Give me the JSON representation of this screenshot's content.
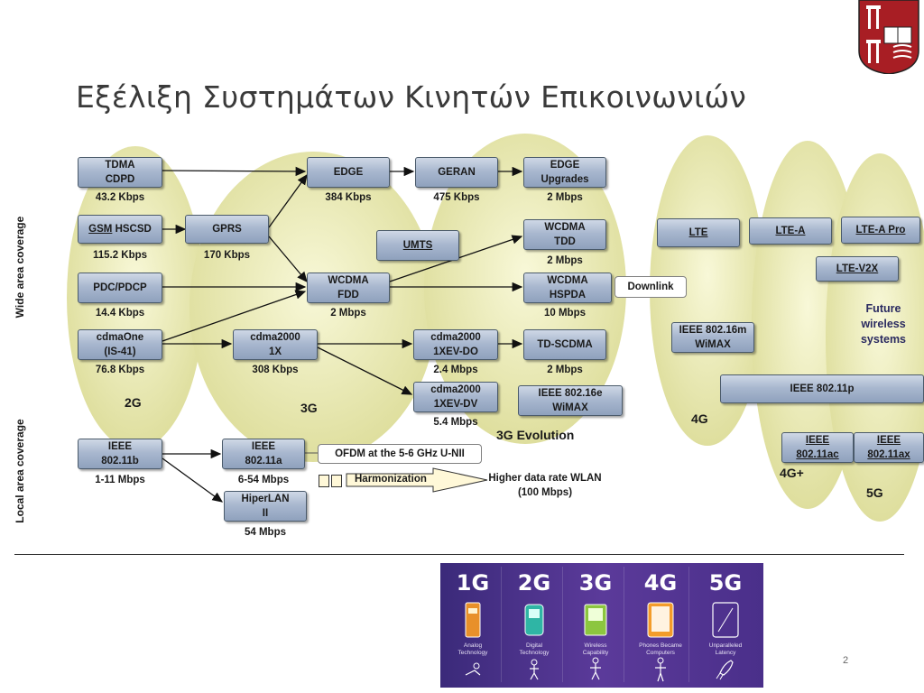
{
  "title": "Εξέλιξη Συστημάτων Κινητών Επικοινωνιών",
  "axis_labels": {
    "wide": "Wide area coverage",
    "local": "Local area coverage"
  },
  "generations": {
    "g2": "2G",
    "g3": "3G",
    "g3evo": "3G Evolution",
    "g4": "4G",
    "g4plus": "4G+",
    "g5": "5G"
  },
  "future": "Future\nwireless\nsystems",
  "boxes": {
    "tdma": "TDMA\nCDPD",
    "gsm": "GSM",
    "gsm_rest": " HSCSD",
    "gprs": "GPRS",
    "pdc": "PDC/PDCP",
    "cdmaone": "cdmaOne\n(IS-41)",
    "edge": "EDGE",
    "geran": "GERAN",
    "edge_up": "EDGE\nUpgrades",
    "umts": "UMTS",
    "wcdma_tdd": "WCDMA\nTDD",
    "wcdma_fdd": "WCDMA\nFDD",
    "wcdma_hspda": "WCDMA\nHSPDA",
    "cdma2000": "cdma2000\n1X",
    "evdo": "cdma2000\n1XEV-DO",
    "evdv": "cdma2000\n1XEV-DV",
    "tdscdma": "TD-SCDMA",
    "wimax16e": "IEEE 802.16e\nWiMAX",
    "lte": "LTE",
    "ltea": "LTE-A",
    "lteapro": "LTE-A Pro",
    "ltev2x": "LTE-V2X",
    "wimax16m": "IEEE 802.16m\nWiMAX",
    "ieee11p": "IEEE 802.11p",
    "ieee11b": "IEEE\n802.11b",
    "ieee11a": "IEEE\n802.11a",
    "hiperlan": "HiperLAN\nII",
    "ieee11ac": "IEEE\n802.11ac",
    "ieee11ax": "IEEE\n802.11ax"
  },
  "notes": {
    "downlink": "Downlink",
    "ofdm": "OFDM at the 5-6 GHz U-NII",
    "harmonization": "Harmonization",
    "wlan": "Higher data rate WLAN\n(100 Mbps)"
  },
  "rates": {
    "tdma": "43.2 Kbps",
    "gsm": "115.2 Kbps",
    "gprs": "170 Kbps",
    "pdc": "14.4 Kbps",
    "cdmaone": "76.8 Kbps",
    "edge": "384 Kbps",
    "geran": "475 Kbps",
    "edge_up": "2 Mbps",
    "wcdma_tdd": "2 Mbps",
    "wcdma_fdd": "2 Mbps",
    "hspda": "10 Mbps",
    "cdma2000": "308 Kbps",
    "evdo": "2.4 Mbps",
    "tdscdma": "2 Mbps",
    "evdv": "5.4 Mbps",
    "ieee11b": "1-11 Mbps",
    "ieee11a": "6-54 Mbps",
    "hiperlan": "54 Mbps"
  },
  "banner": {
    "tiles": [
      {
        "gen": "1G",
        "caption": "Analog\nTechnology"
      },
      {
        "gen": "2G",
        "caption": "Digital\nTechnology"
      },
      {
        "gen": "3G",
        "caption": "Wireless\nCapability"
      },
      {
        "gen": "4G",
        "caption": "Phones Became\nComputers"
      },
      {
        "gen": "5G",
        "caption": "Unparalleled\nLatency"
      }
    ]
  },
  "page_number": "2",
  "colors": {
    "ellipse": "#eeeeb8",
    "box_top": "#cfd8e6",
    "box_bottom": "#8fa1bd",
    "banner": "#4a2f8a"
  }
}
